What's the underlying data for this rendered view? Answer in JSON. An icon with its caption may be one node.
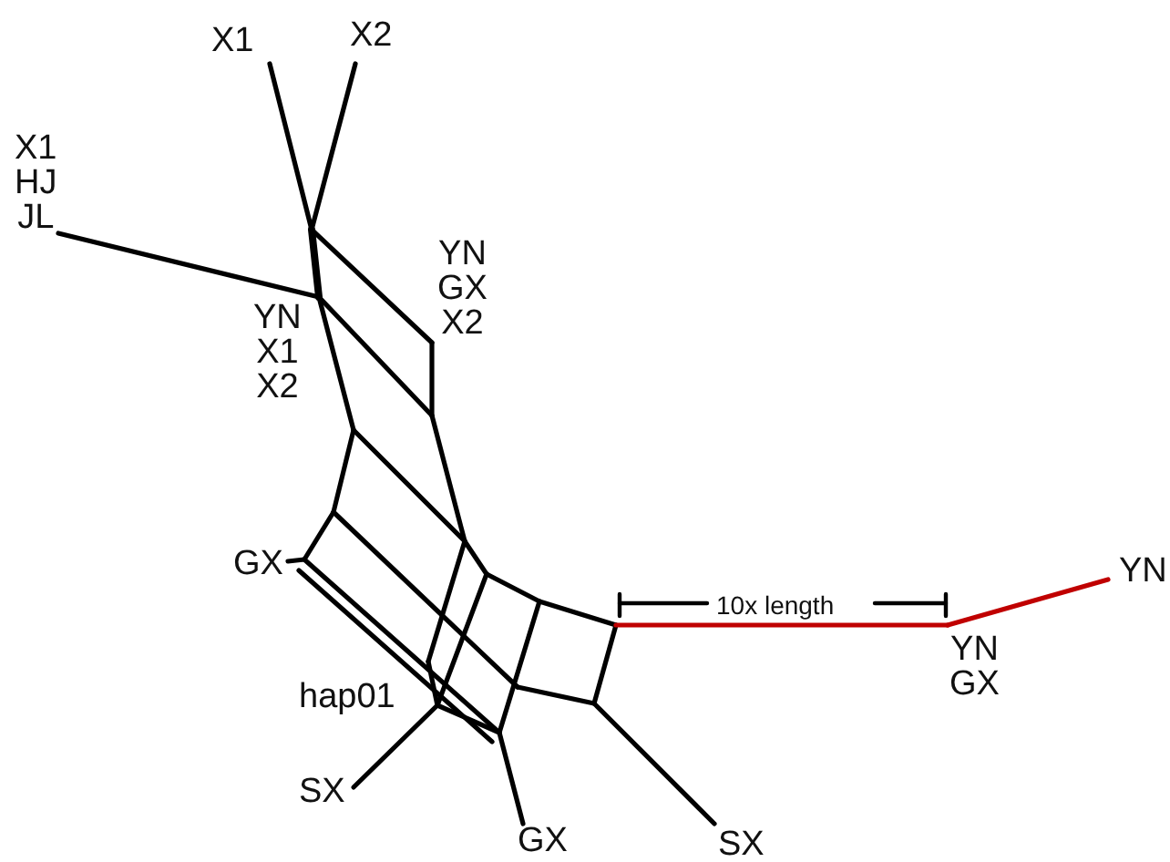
{
  "diagram": {
    "labels": [
      "X1",
      "X2",
      "X1 HJ JL",
      "YN GX X2",
      "YN X1 X2",
      "GX",
      "10x length",
      "YN",
      "YN GX",
      "hap01",
      "SX",
      "GX",
      "SX"
    ]
  }
}
